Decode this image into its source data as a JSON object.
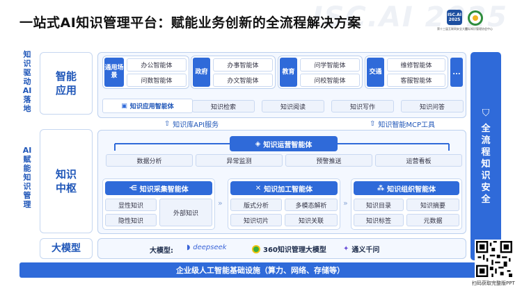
{
  "title": "一站式AI知识管理平台：赋能业务创新的全流程解决方案",
  "watermark": "ISC.AI 2025",
  "logos": {
    "isc_text": "ISC.AI 2025",
    "isc_caption": "第十三届互联网安全大会",
    "partner_caption": "国际知识管理协会中心"
  },
  "left_labels": {
    "top": "知识驱动AI落地",
    "bottom": "AI赋能知识管理"
  },
  "layers": {
    "app": "智能应用",
    "hub": "知识中枢",
    "model": "大模型"
  },
  "app_categories": [
    {
      "label": "通用场景",
      "items": [
        "办公智能体",
        "问数智能体"
      ]
    },
    {
      "label": "政府",
      "items": [
        "办事智能体",
        "办文智能体"
      ]
    },
    {
      "label": "教育",
      "items": [
        "问学智能体",
        "问校智能体"
      ]
    },
    {
      "label": "交通",
      "items": [
        "维修智能体",
        "客服智能体"
      ]
    }
  ],
  "more": "...",
  "knowledge_app_agent": "知识应用智能体",
  "knowledge_app_funcs": [
    "知识检索",
    "知识阅读",
    "知识写作",
    "知识问答"
  ],
  "services": {
    "api": "知识库API服务",
    "mcp": "知识智能MCP工具"
  },
  "ops_agent": "知识运营智能体",
  "ops_funcs": [
    "数据分析",
    "异常监测",
    "预警推送",
    "运营看板"
  ],
  "collect": {
    "agent": "知识采集智能体",
    "items": [
      "显性知识",
      "隐性知识",
      "外部知识"
    ]
  },
  "process": {
    "agent": "知识加工智能体",
    "items": [
      "版式分析",
      "多模态解析",
      "知识切片",
      "知识关联"
    ]
  },
  "organize": {
    "agent": "知识组织智能体",
    "items": [
      "知识目录",
      "知识摘要",
      "知识标签",
      "元数据"
    ]
  },
  "models": {
    "label": "大模型:",
    "list": [
      "deepseek",
      "360知识管理大模型",
      "通义千问"
    ]
  },
  "security": "全流程知识安全",
  "infra": "企业级人工智能基础设施（算力、网络、存储等）",
  "qr_caption": "扫码获取完整版PPT",
  "colors": {
    "primary": "#2f6ad9",
    "accent_light": "#eef3fc"
  },
  "icons": [
    "shield-icon",
    "diamond-icon",
    "share-icon",
    "tools-icon",
    "org-icon",
    "book-icon",
    "arrow-up-icon",
    "qr-code"
  ]
}
